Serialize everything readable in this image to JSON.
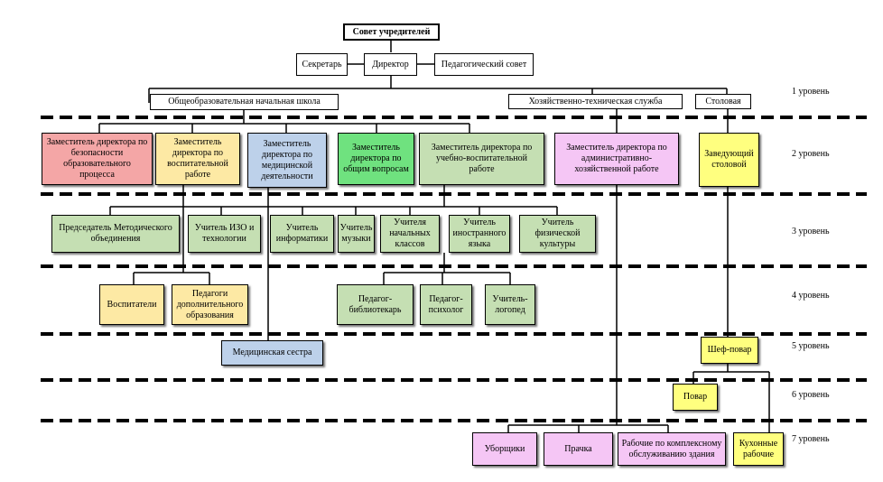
{
  "colors": {
    "red": "#f4a6a6",
    "yellow": "#fde9a4",
    "blue": "#bdd1ea",
    "green": "#6fe27f",
    "sage": "#c5dfb3",
    "pink": "#f5c6f5",
    "bright_yellow": "#ffff7f",
    "white": "#ffffff"
  },
  "top": {
    "founders": "Совет учредителей",
    "secretary": "Секретарь",
    "director": "Директор",
    "ped_council": "Педагогический совет"
  },
  "units": {
    "school": "Общеобразовательная начальная школа",
    "tech_service": "Хозяйственно-техническая служба",
    "canteen": "Столовая"
  },
  "levels": {
    "l1": "1 уровень",
    "l2": "2 уровень",
    "l3": "3 уровень",
    "l4": "4 уровень",
    "l5": "5 уровень",
    "l6": "6 уровень",
    "l7": "7 уровень"
  },
  "level2": {
    "safety": "Заместитель директора по безопасности образовательного процесса",
    "upbringing": "Заместитель директора по воспитательной работе",
    "medical": "Заместитель директора по медицинской деятельности",
    "general": "Заместитель директора по общим вопросам",
    "educational": "Заместитель директора по учебно-воспитательной работе",
    "admin": "Заместитель директора по административно-хозяйственной работе",
    "canteen_head": "Заведующий столовой"
  },
  "level3": {
    "method_head": "Председатель Методического объединения",
    "art_teacher": "Учитель ИЗО и технологии",
    "it_teacher": "Учитель информатики",
    "music_teacher": "Учитель музыки",
    "primary_teachers": "Учителя начальных классов",
    "lang_teacher": "Учитель иностранного языка",
    "pe_teacher": "Учитель физической культуры"
  },
  "level4": {
    "educators": "Воспитатели",
    "add_ed_teachers": "Педагоги дополнительного образования",
    "librarian": "Педагог-библиотекарь",
    "psychologist": "Педагог-психолог",
    "speech_therapist": "Учитель-логопед"
  },
  "level5": {
    "nurse": "Медицинская сестра",
    "chef": "Шеф-повар"
  },
  "level6": {
    "cook": "Повар"
  },
  "level7": {
    "cleaners": "Уборщики",
    "laundress": "Прачка",
    "maintenance": "Рабочие по комплексному обслуживанию здания",
    "kitchen_workers": "Кухонные рабочие"
  }
}
